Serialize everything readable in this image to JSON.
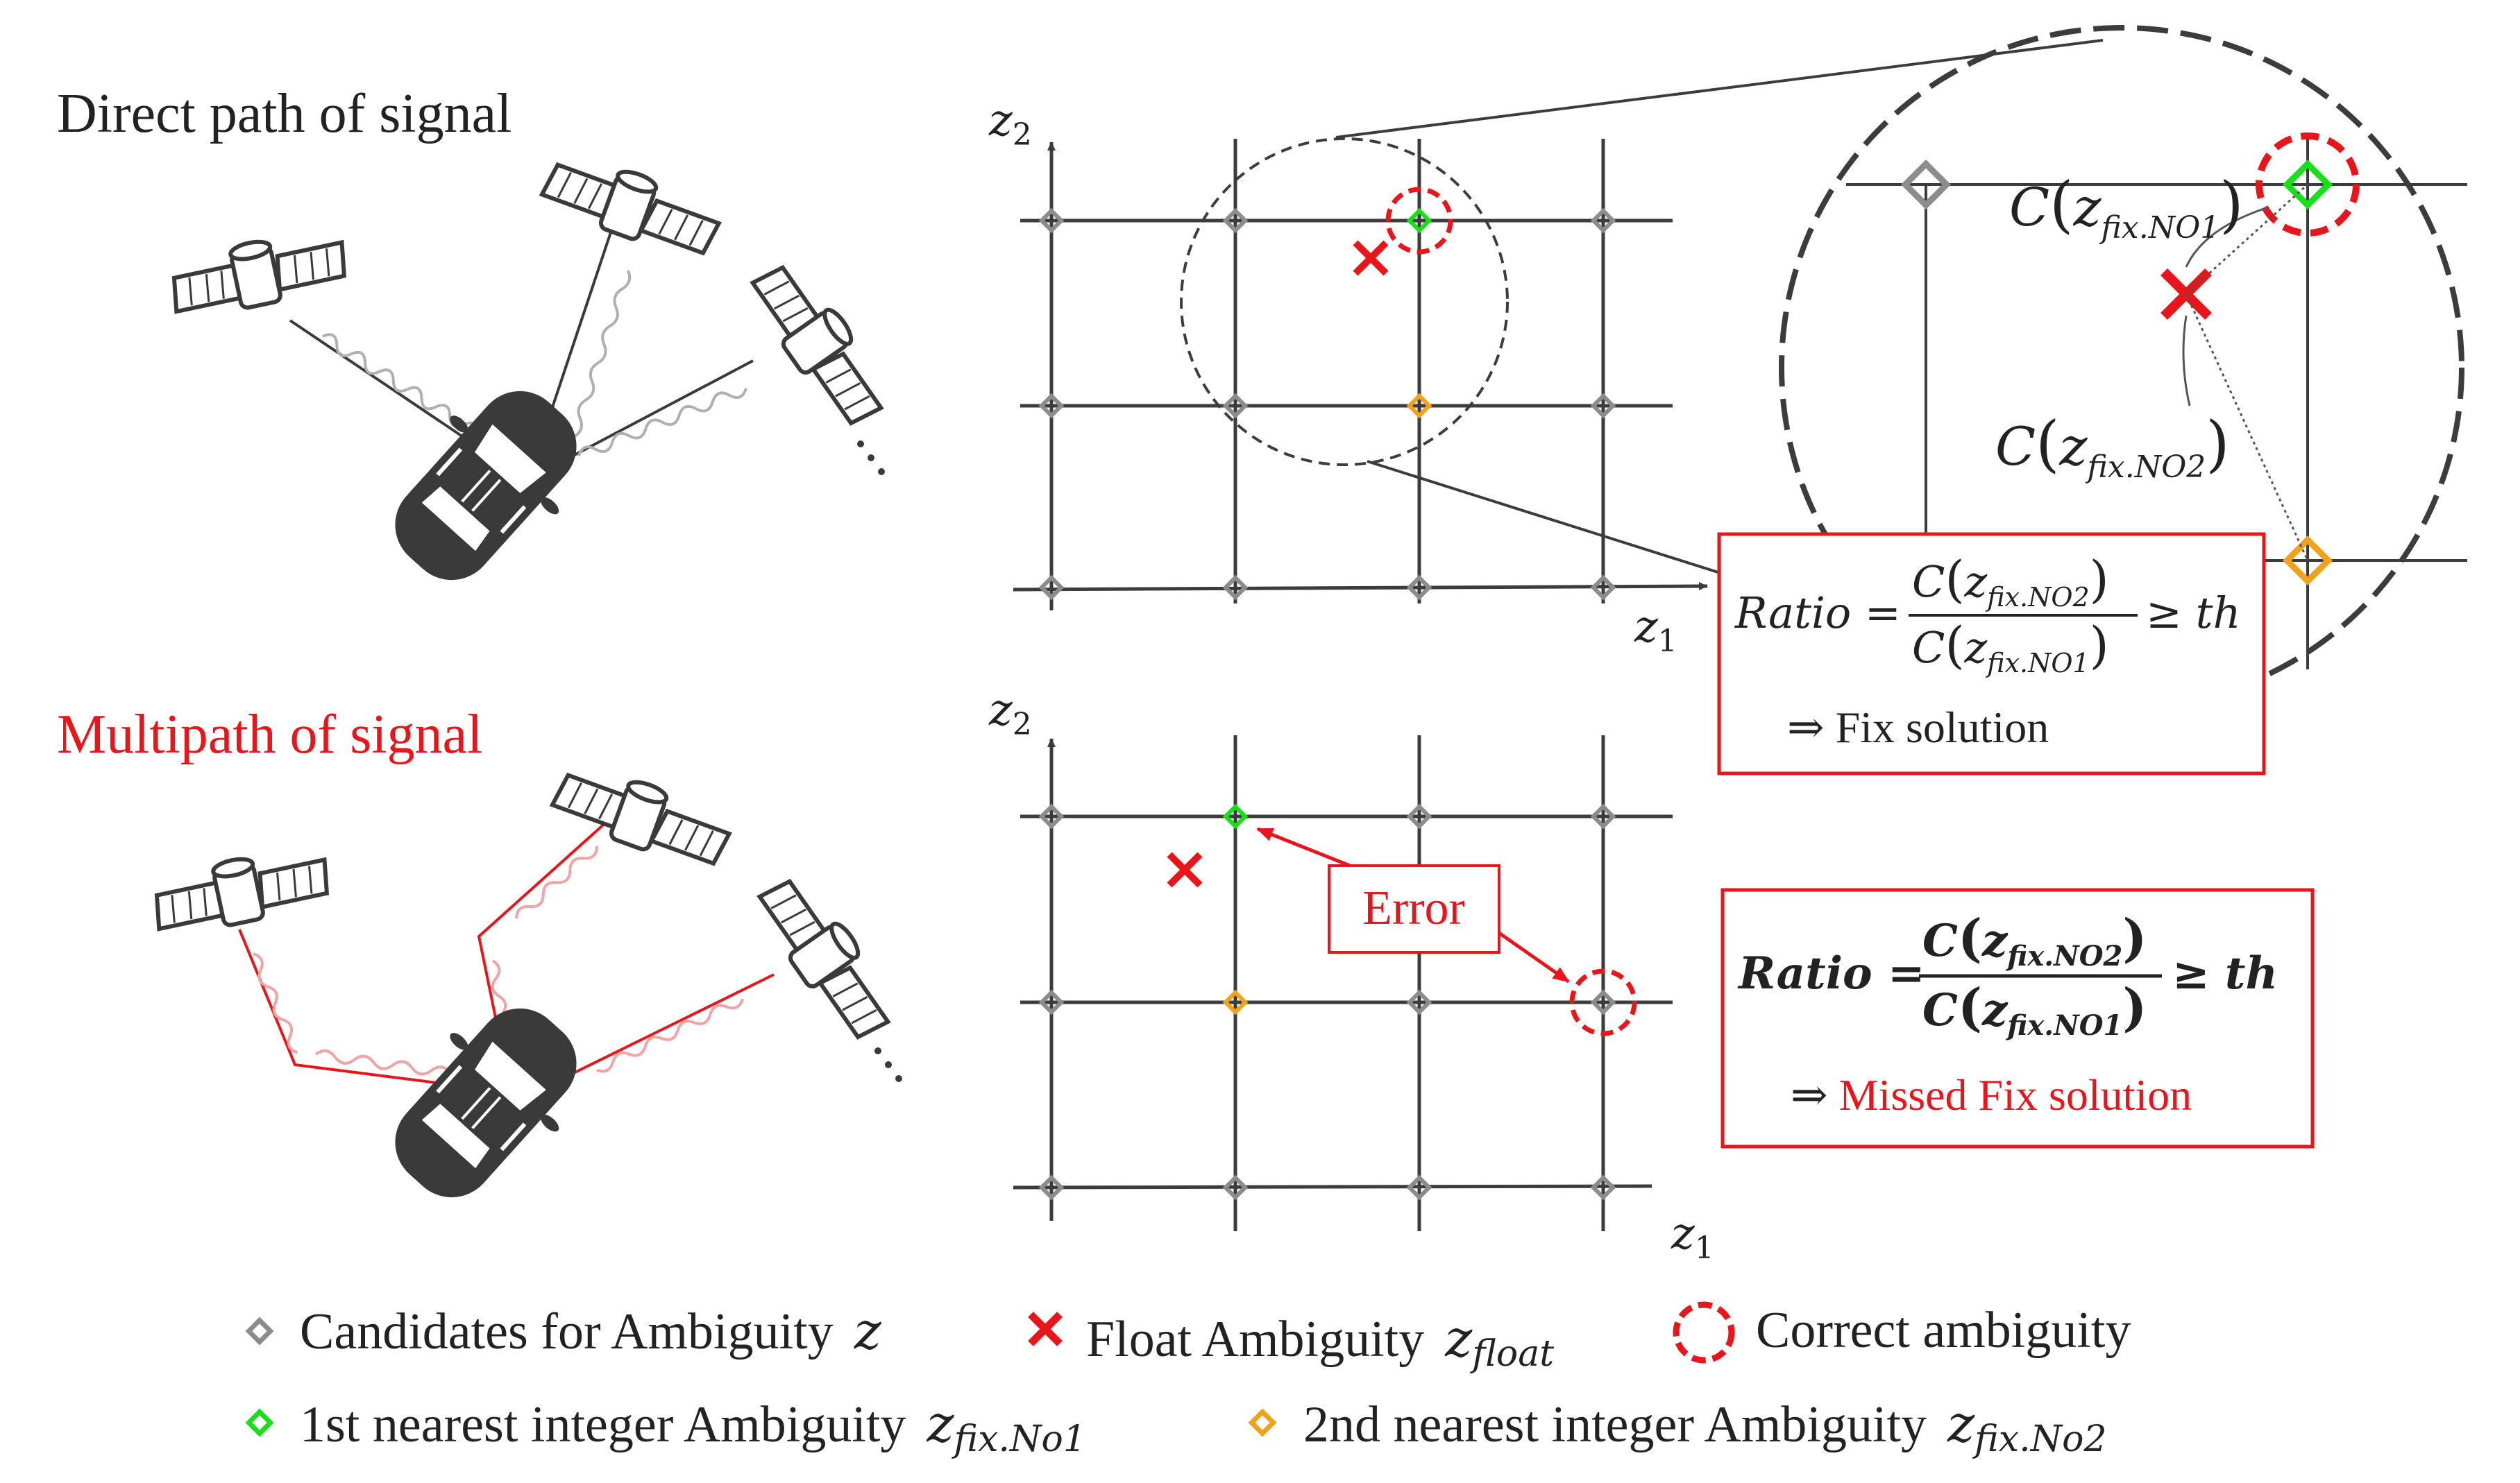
{
  "panels": {
    "direct_title": "Direct path of signal",
    "multipath_title": "Multipath of signal"
  },
  "axes": {
    "z2": "z",
    "z2_sub": "2",
    "z1": "z",
    "z1_sub": "1"
  },
  "zoom": {
    "c_label": "C",
    "no1_sub": "fix.NO1",
    "no2_sub": "fix.NO2"
  },
  "ratio_top": {
    "ratio": "Ratio =",
    "num_sub": "fix.NO2",
    "den_sub": "fix.NO1",
    "ge": "≥ th",
    "result_arrow": "⇒",
    "result": "Fix solution"
  },
  "ratio_bottom": {
    "ratio": "Ratio =",
    "num_sub": "fix.NO2",
    "den_sub": "fix.NO1",
    "ge": "≥ th",
    "result_arrow": "⇒",
    "result": "Missed Fix solution"
  },
  "error_label": "Error",
  "legend": {
    "candidates": "Candidates for Ambiguity",
    "candidates_sym": "z",
    "float": "Float Ambiguity",
    "float_sym": "z",
    "float_sub": "float",
    "correct": "Correct ambiguity",
    "first": "1st nearest integer Ambiguity",
    "first_sym": "z",
    "first_sub": "fix.No1",
    "second": "2nd nearest integer Ambiguity",
    "second_sym": "z",
    "second_sub": "fix.No2"
  },
  "colors": {
    "red": "#e8161b",
    "green": "#18e018",
    "orange": "#f0a21c",
    "gray": "#8c8c8c",
    "dark": "#3c3c3c"
  }
}
